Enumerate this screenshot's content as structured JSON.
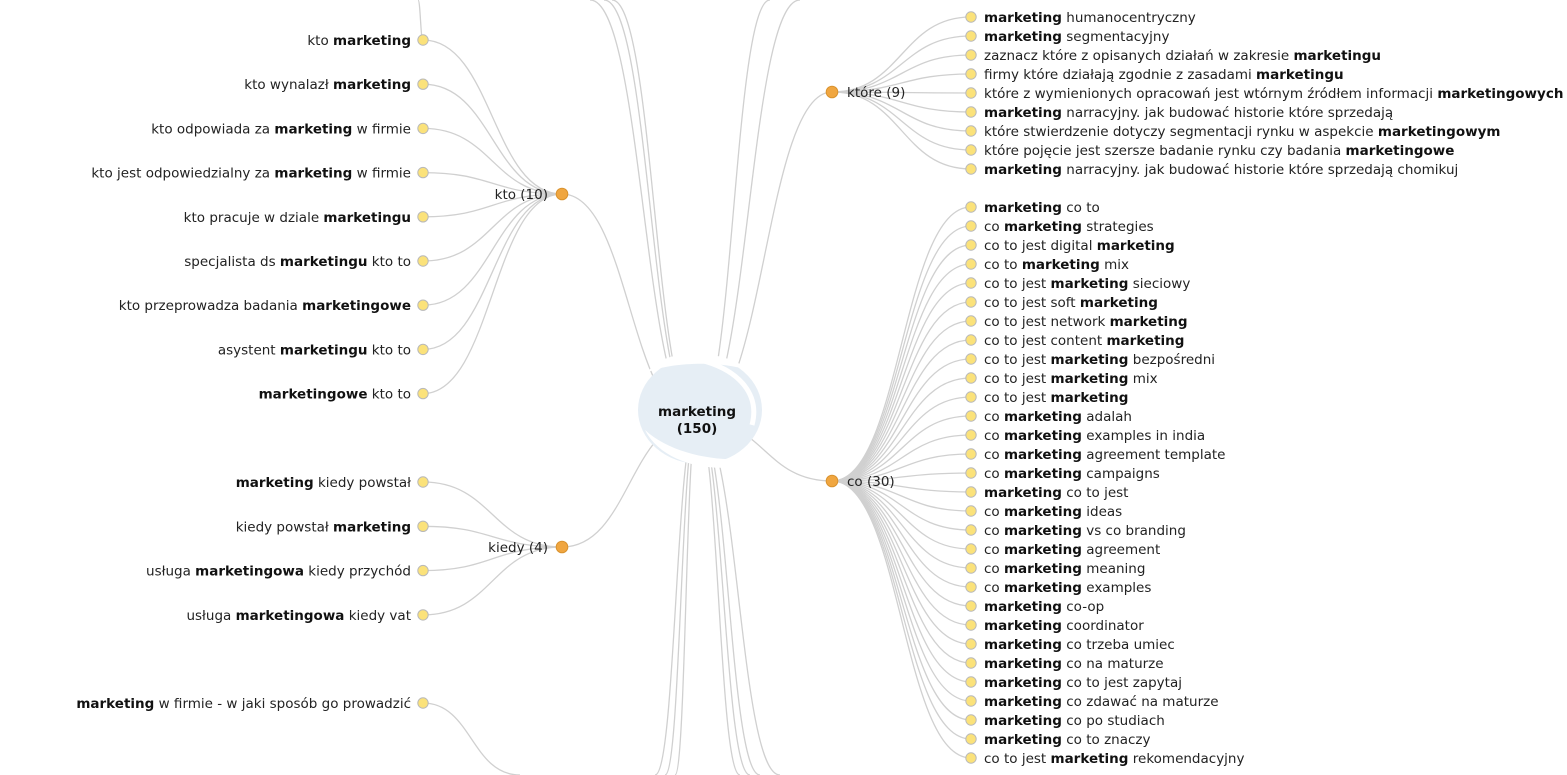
{
  "center": {
    "label": "marketing",
    "count": "(150)"
  },
  "groups": [
    {
      "id": "kto",
      "label": "kto (10)",
      "side": "left",
      "items": [
        [
          [
            "kto ",
            0
          ],
          [
            "marketing",
            1
          ]
        ],
        [
          [
            "kto wynalazł ",
            0
          ],
          [
            "marketing",
            1
          ]
        ],
        [
          [
            "kto odpowiada za ",
            0
          ],
          [
            "marketing",
            1
          ],
          [
            " w firmie",
            0
          ]
        ],
        [
          [
            "kto jest odpowiedzialny za ",
            0
          ],
          [
            "marketing",
            1
          ],
          [
            " w firmie",
            0
          ]
        ],
        [
          [
            "kto pracuje w dziale ",
            0
          ],
          [
            "marketingu",
            1
          ]
        ],
        [
          [
            "specjalista ds ",
            0
          ],
          [
            "marketingu",
            1
          ],
          [
            " kto to",
            0
          ]
        ],
        [
          [
            "kto przeprowadza badania ",
            0
          ],
          [
            "marketingowe",
            1
          ]
        ],
        [
          [
            "asystent ",
            0
          ],
          [
            "marketingu",
            1
          ],
          [
            " kto to",
            0
          ]
        ],
        [
          [
            "marketingowe",
            1
          ],
          [
            " kto to",
            0
          ]
        ]
      ]
    },
    {
      "id": "kiedy",
      "label": "kiedy (4)",
      "side": "left",
      "items": [
        [
          [
            "marketing",
            1
          ],
          [
            " kiedy powstał",
            0
          ]
        ],
        [
          [
            "kiedy powstał ",
            0
          ],
          [
            "marketing",
            1
          ]
        ],
        [
          [
            "usługa ",
            0
          ],
          [
            "marketingowa",
            1
          ],
          [
            " kiedy przychód",
            0
          ]
        ],
        [
          [
            "usługa ",
            0
          ],
          [
            "marketingowa",
            1
          ],
          [
            " kiedy vat",
            0
          ]
        ]
      ]
    },
    {
      "id": "ktore",
      "label": "które (9)",
      "side": "right",
      "items": [
        [
          [
            "marketing",
            1
          ],
          [
            " humanocentryczny",
            0
          ]
        ],
        [
          [
            "marketing",
            1
          ],
          [
            " segmentacyjny",
            0
          ]
        ],
        [
          [
            "zaznacz które z opisanych działań w zakresie ",
            0
          ],
          [
            "marketingu",
            1
          ]
        ],
        [
          [
            "firmy które działają zgodnie z zasadami ",
            0
          ],
          [
            "marketingu",
            1
          ]
        ],
        [
          [
            "które z wymienionych opracowań jest wtórnym źródłem informacji ",
            0
          ],
          [
            "marketingowych",
            1
          ]
        ],
        [
          [
            "marketing",
            1
          ],
          [
            " narracyjny. jak budować historie które sprzedają",
            0
          ]
        ],
        [
          [
            "które stwierdzenie dotyczy segmentacji rynku w aspekcie ",
            0
          ],
          [
            "marketingowym",
            1
          ]
        ],
        [
          [
            "które pojęcie jest szersze badanie rynku czy badania ",
            0
          ],
          [
            "marketingowe",
            1
          ]
        ],
        [
          [
            "marketing",
            1
          ],
          [
            " narracyjny. jak budować historie które sprzedają chomikuj",
            0
          ]
        ]
      ]
    },
    {
      "id": "co",
      "label": "co (30)",
      "side": "right",
      "items": [
        [
          [
            "marketing",
            1
          ],
          [
            " co to",
            0
          ]
        ],
        [
          [
            "co ",
            0
          ],
          [
            "marketing",
            1
          ],
          [
            " strategies",
            0
          ]
        ],
        [
          [
            "co to jest digital ",
            0
          ],
          [
            "marketing",
            1
          ]
        ],
        [
          [
            "co to ",
            0
          ],
          [
            "marketing",
            1
          ],
          [
            " mix",
            0
          ]
        ],
        [
          [
            "co to jest ",
            0
          ],
          [
            "marketing",
            1
          ],
          [
            " sieciowy",
            0
          ]
        ],
        [
          [
            "co to jest soft ",
            0
          ],
          [
            "marketing",
            1
          ]
        ],
        [
          [
            "co to jest network ",
            0
          ],
          [
            "marketing",
            1
          ]
        ],
        [
          [
            "co to jest content ",
            0
          ],
          [
            "marketing",
            1
          ]
        ],
        [
          [
            "co to jest ",
            0
          ],
          [
            "marketing",
            1
          ],
          [
            " bezpośredni",
            0
          ]
        ],
        [
          [
            "co to jest ",
            0
          ],
          [
            "marketing",
            1
          ],
          [
            " mix",
            0
          ]
        ],
        [
          [
            "co to jest ",
            0
          ],
          [
            "marketing",
            1
          ]
        ],
        [
          [
            "co ",
            0
          ],
          [
            "marketing",
            1
          ],
          [
            " adalah",
            0
          ]
        ],
        [
          [
            "co ",
            0
          ],
          [
            "marketing",
            1
          ],
          [
            " examples in india",
            0
          ]
        ],
        [
          [
            "co ",
            0
          ],
          [
            "marketing",
            1
          ],
          [
            " agreement template",
            0
          ]
        ],
        [
          [
            "co ",
            0
          ],
          [
            "marketing",
            1
          ],
          [
            " campaigns",
            0
          ]
        ],
        [
          [
            "marketing",
            1
          ],
          [
            " co to jest",
            0
          ]
        ],
        [
          [
            "co ",
            0
          ],
          [
            "marketing",
            1
          ],
          [
            " ideas",
            0
          ]
        ],
        [
          [
            "co ",
            0
          ],
          [
            "marketing",
            1
          ],
          [
            " vs co branding",
            0
          ]
        ],
        [
          [
            "co ",
            0
          ],
          [
            "marketing",
            1
          ],
          [
            " agreement",
            0
          ]
        ],
        [
          [
            "co ",
            0
          ],
          [
            "marketing",
            1
          ],
          [
            " meaning",
            0
          ]
        ],
        [
          [
            "co ",
            0
          ],
          [
            "marketing",
            1
          ],
          [
            " examples",
            0
          ]
        ],
        [
          [
            "marketing",
            1
          ],
          [
            " co-op",
            0
          ]
        ],
        [
          [
            "marketing",
            1
          ],
          [
            " coordinator",
            0
          ]
        ],
        [
          [
            "marketing",
            1
          ],
          [
            " co trzeba umiec",
            0
          ]
        ],
        [
          [
            "marketing",
            1
          ],
          [
            " co na maturze",
            0
          ]
        ],
        [
          [
            "marketing",
            1
          ],
          [
            " co to jest zapytaj",
            0
          ]
        ],
        [
          [
            "marketing",
            1
          ],
          [
            " co zdawać na maturze",
            0
          ]
        ],
        [
          [
            "marketing",
            1
          ],
          [
            " co po studiach",
            0
          ]
        ],
        [
          [
            "marketing",
            1
          ],
          [
            " co to znaczy",
            0
          ]
        ],
        [
          [
            "co to jest ",
            0
          ],
          [
            "marketing",
            1
          ],
          [
            " rekomendacyjny",
            0
          ]
        ]
      ]
    }
  ],
  "extra_leaves": [
    {
      "side": "left",
      "item": [
        [
          "marketing",
          1
        ],
        [
          " w firmie - w jaki sposób go prowadzić",
          0
        ]
      ]
    }
  ],
  "colors": {
    "group_node": "#f0a640",
    "group_node_stroke": "#d9922e",
    "leaf_node": "#fbe27a",
    "leaf_node_stroke": "#b9b9b9",
    "link": "#d0d0d0",
    "logo": "#dfe9f2"
  }
}
